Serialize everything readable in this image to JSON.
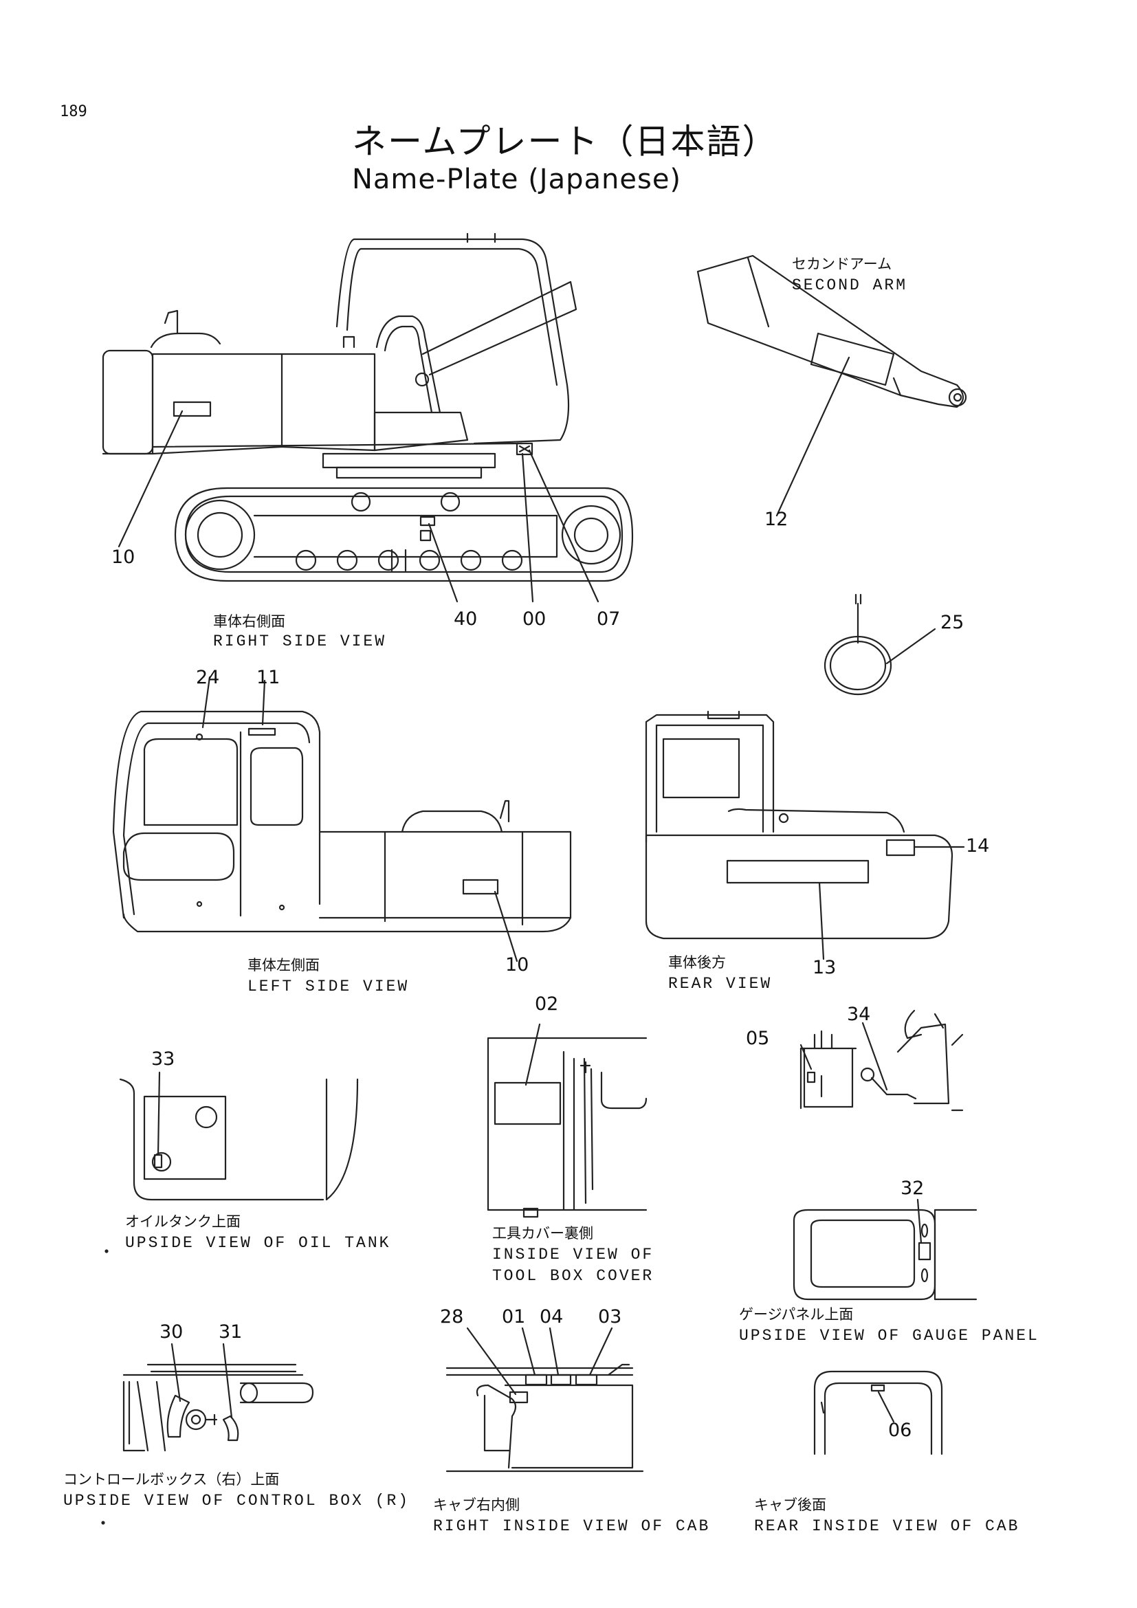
{
  "page_number": "189",
  "title_jp": "ネームプレート（日本語）",
  "title_en": "Name-Plate (Japanese)",
  "views": {
    "right_side": {
      "jp": "車体右側面",
      "en": "RIGHT SIDE VIEW"
    },
    "second_arm": {
      "jp": "セカンドアーム",
      "en": "SECOND ARM"
    },
    "left_side": {
      "jp": "車体左側面",
      "en": "LEFT SIDE VIEW"
    },
    "rear": {
      "jp": "車体後方",
      "en": "REAR VIEW"
    },
    "oil_tank": {
      "jp": "オイルタンク上面",
      "en": "UPSIDE VIEW OF OIL TANK"
    },
    "tool_box": {
      "jp": "工具カバー裏側",
      "en1": "INSIDE VIEW OF",
      "en2": "TOOL BOX COVER"
    },
    "gauge_panel": {
      "jp": "ゲージパネル上面",
      "en": "UPSIDE VIEW OF GAUGE PANEL"
    },
    "control_box": {
      "jp": "コントロールボックス（右）上面",
      "en": "UPSIDE VIEW OF CONTROL BOX (R)"
    },
    "cab_right": {
      "jp": "キャブ右内側",
      "en": "RIGHT INSIDE VIEW OF CAB"
    },
    "cab_rear": {
      "jp": "キャブ後面",
      "en": "REAR INSIDE VIEW OF CAB"
    }
  },
  "callouts": {
    "c10a": "10",
    "c40": "40",
    "c00": "00",
    "c07": "07",
    "c12": "12",
    "c25": "25",
    "c24": "24",
    "c11": "11",
    "c10b": "10",
    "c14": "14",
    "c13": "13",
    "c02": "02",
    "c05": "05",
    "c34": "34",
    "c33": "33",
    "c32": "32",
    "c30": "30",
    "c31": "31",
    "c28": "28",
    "c01": "01",
    "c04": "04",
    "c03": "03",
    "c06": "06"
  }
}
